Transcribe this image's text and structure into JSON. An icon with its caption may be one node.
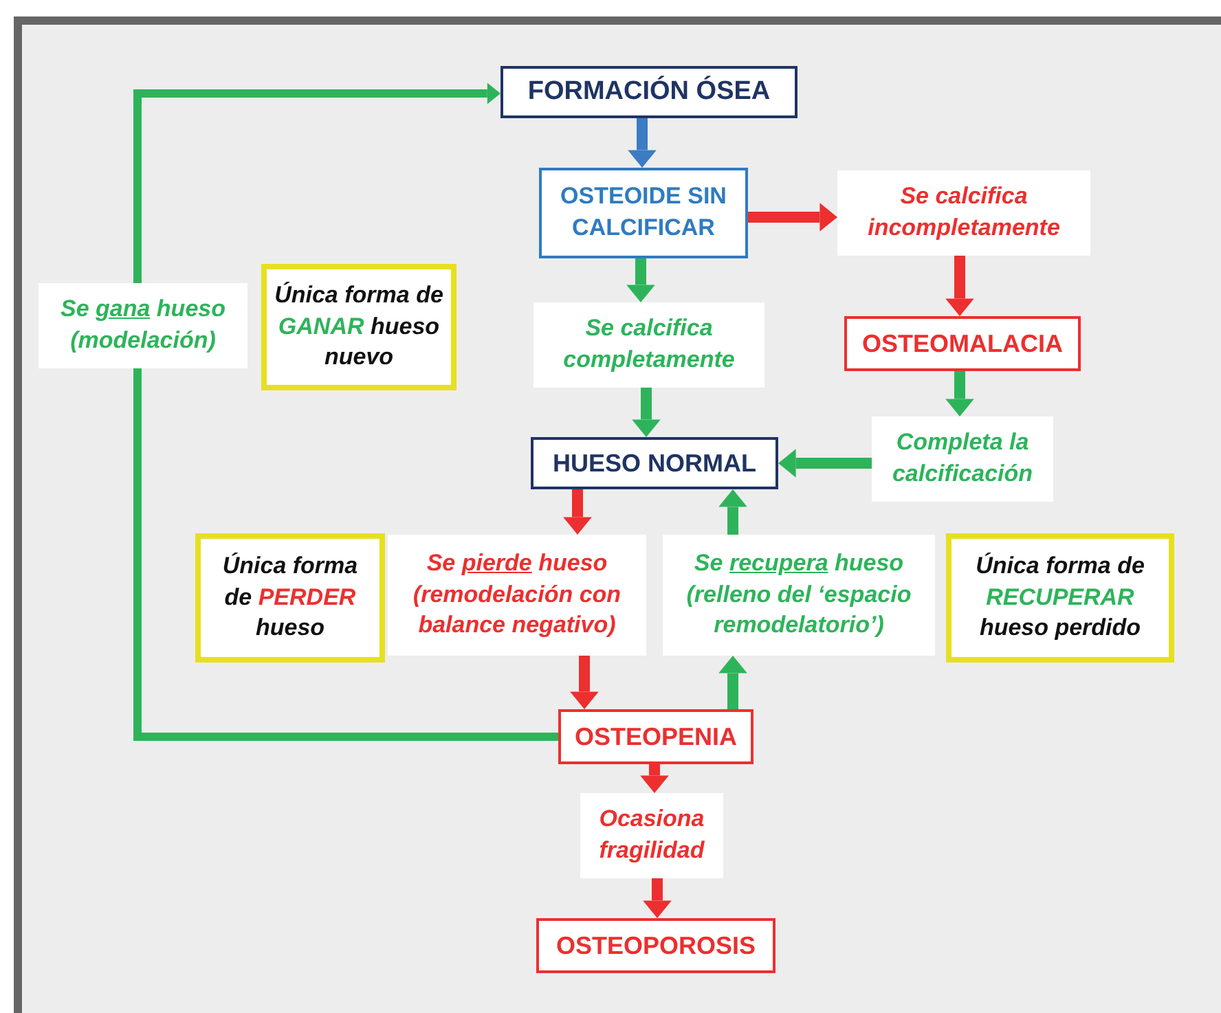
{
  "diagram": {
    "nodes": [
      {
        "text": [
          "FORMACIÓN ÓSEA"
        ]
      },
      {
        "text": [
          "OSTEOIDE SIN CALCIFICAR"
        ]
      },
      {
        "text": [
          "Se calcifica incompletamente"
        ]
      },
      {
        "text": [
          "OSTEOMALACIA"
        ]
      },
      {
        "text": [
          "Se calcifica completamente"
        ]
      },
      {
        "text": [
          "Completa la calcificación"
        ]
      },
      {
        "text": [
          "HUESO NORMAL"
        ]
      },
      {
        "text": [
          "Se *gana* hueso (modelación)"
        ]
      },
      {
        "text": [
          "Única forma de **GANAR** hueso nuevo"
        ]
      },
      {
        "text": [
          "Única forma de **PERDER** hueso"
        ]
      },
      {
        "text": [
          "Se *pierde* hueso (remodelación con balance negativo)"
        ]
      },
      {
        "text": [
          "Se *recupera* hueso (relleno del ‘espacio remodelatorio’)"
        ]
      },
      {
        "text": [
          "Única forma de **RECUPERAR** hueso perdido"
        ]
      },
      {
        "text": [
          "OSTEOPENIA"
        ]
      },
      {
        "text": [
          "Ocasiona fragilidad"
        ]
      },
      {
        "text": [
          "OSTEOPOROSIS"
        ]
      }
    ],
    "edges": [
      {
        "from": 0,
        "to": 1,
        "arrow": "to",
        "color": "#3b7cc4"
      },
      {
        "from": 1,
        "to": 2,
        "arrow": "to",
        "color": "#ec2f2f"
      },
      {
        "from": 2,
        "to": 3,
        "arrow": "to",
        "color": "#ec2f2f"
      },
      {
        "from": 1,
        "to": 4,
        "arrow": "to"
      },
      {
        "from": 4,
        "to": 6,
        "arrow": "to"
      },
      {
        "from": 3,
        "to": 5,
        "arrow": "to"
      },
      {
        "from": 5,
        "to": 6,
        "arrow": "to"
      },
      {
        "from": 6,
        "to": 10,
        "arrow": "to",
        "color": "#ec2f2f"
      },
      {
        "from": 10,
        "to": 13,
        "arrow": "to",
        "color": "#ec2f2f"
      },
      {
        "from": 13,
        "to": 11,
        "arrow": "to"
      },
      {
        "from": 11,
        "to": 6,
        "arrow": "to"
      },
      {
        "from": 13,
        "to": 14,
        "arrow": "to",
        "color": "#ec2f2f"
      },
      {
        "from": 14,
        "to": 15,
        "arrow": "to",
        "color": "#ec2f2f"
      },
      {
        "from": 13,
        "to": 7,
        "arrow": "none"
      },
      {
        "from": 7,
        "to": 0,
        "arrow": "to"
      }
    ]
  }
}
